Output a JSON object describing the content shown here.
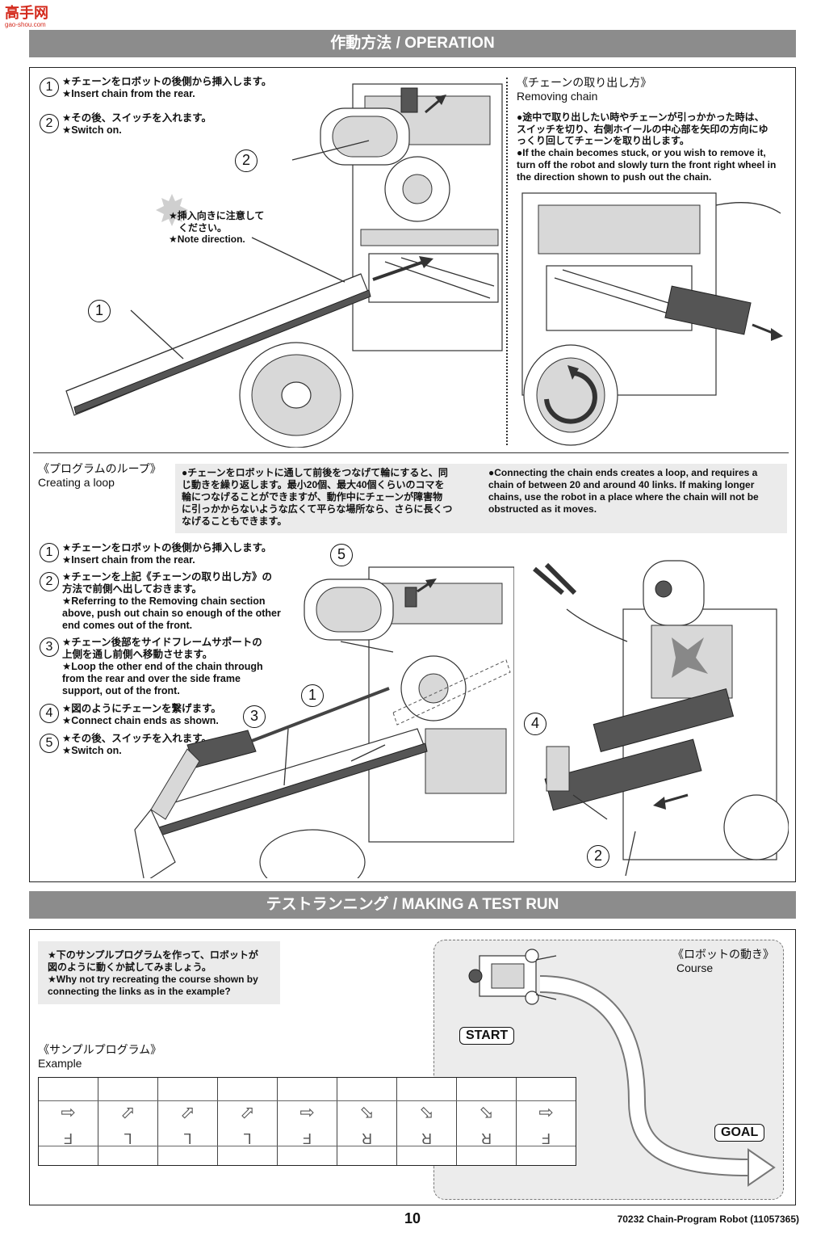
{
  "logo": {
    "main": "高手网",
    "sub": "gao-shou.com"
  },
  "sections": {
    "operation": "作動方法 / OPERATION",
    "test_run": "テストランニング / MAKING A TEST RUN"
  },
  "operation": {
    "steps": [
      {
        "n": "1",
        "jp": "★チェーンをロボットの後側から挿入します。",
        "en": "★Insert chain from the rear."
      },
      {
        "n": "2",
        "jp": "★その後、スイッチを入れます。",
        "en": "★Switch on."
      }
    ],
    "note": {
      "jp1": "★挿入向きに注意して",
      "jp2": "ください。",
      "en": "★Note direction."
    },
    "callouts": [
      "2",
      "1"
    ],
    "removing": {
      "title_jp": "《チェーンの取り出し方》",
      "title_en": "Removing chain",
      "jp1": "●途中で取り出したい時やチェーンが引っかかった時は、",
      "jp2": "スイッチを切り、右側ホイールの中心部を矢印の方向にゆ",
      "jp3": "っくり回してチェーンを取り出します。",
      "en1": "●If the chain becomes stuck, or you wish to remove it,",
      "en2": "turn off the robot and slowly turn the front right wheel in",
      "en3": "the direction shown to push out the chain."
    }
  },
  "loop": {
    "title_jp": "《プログラムのループ》",
    "title_en": "Creating a loop",
    "jp1": "●チェーンをロボットに通して前後をつなげて輪にすると、同",
    "jp2": "じ動きを繰り返します。最小20個、最大40個くらいのコマを",
    "jp3": "輪につなげることができますが、動作中にチェーンが障害物",
    "jp4": "に引っかからないような広くて平らな場所なら、さらに長くつ",
    "jp5": "なげることもできます。",
    "en1": "●Connecting the chain ends creates a loop, and requires a",
    "en2": "chain of between 20 and around 40 links. If making longer",
    "en3": "chains, use the robot in a place where the chain will not be",
    "en4": "obstructed as it moves.",
    "steps": [
      {
        "n": "1",
        "l1": "★チェーンをロボットの後側から挿入します。",
        "l2": "★Insert chain from the rear."
      },
      {
        "n": "2",
        "l1": "★チェーンを上記《チェーンの取り出し方》の",
        "l2": "方法で前側へ出しておきます。",
        "l3": "★Referring to the Removing chain section",
        "l4": "above, push out chain so enough of the other",
        "l5": "end comes out of the front."
      },
      {
        "n": "3",
        "l1": "★チェーン後部をサイドフレームサポートの",
        "l2": "上側を通し前側へ移動させます。",
        "l3": "★Loop the other end of the chain through",
        "l4": "from the rear and over the side frame",
        "l5": "support, out of the front."
      },
      {
        "n": "4",
        "l1": "★図のようにチェーンを繋げます。",
        "l2": "★Connect chain ends as shown."
      },
      {
        "n": "5",
        "l1": "★その後、スイッチを入れます。",
        "l2": "★Switch on."
      }
    ],
    "callouts": [
      "5",
      "1",
      "3",
      "4",
      "2"
    ]
  },
  "test": {
    "intro_jp1": "★下のサンプルプログラムを作って、ロボットが",
    "intro_jp2": "図のように動くか試してみましょう。",
    "intro_en1": "★Why not try recreating the course shown by",
    "intro_en2": "connecting the links as in the example?",
    "example_jp": "《サンプルプログラム》",
    "example_en": "Example",
    "course_jp": "《ロボットの動き》",
    "course_en": "Course",
    "start": "START",
    "goal": "GOAL",
    "links": [
      {
        "arrow": "⇨",
        "letter": "F"
      },
      {
        "arrow": "⬀",
        "letter": "L"
      },
      {
        "arrow": "⬀",
        "letter": "L"
      },
      {
        "arrow": "⬀",
        "letter": "L"
      },
      {
        "arrow": "⇨",
        "letter": "F"
      },
      {
        "arrow": "⬂",
        "letter": "R"
      },
      {
        "arrow": "⬂",
        "letter": "R"
      },
      {
        "arrow": "⬂",
        "letter": "R"
      },
      {
        "arrow": "⇨",
        "letter": "F"
      }
    ]
  },
  "footer": {
    "page": "10",
    "product": "70232  Chain-Program Robot (11057365)"
  }
}
